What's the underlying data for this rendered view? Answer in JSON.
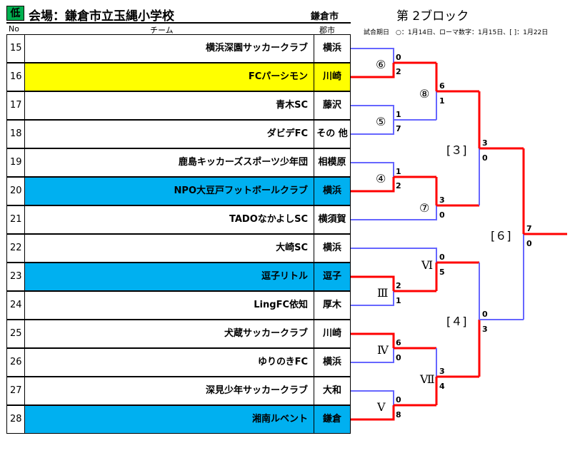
{
  "header": {
    "badge": "低",
    "venue": "会場：鎌倉市立玉縄小学校",
    "region": "鎌倉市",
    "block": "第 2ブロック",
    "notes": "試合期日　○：1月14日、ローマ数字：1月15日、[ ]：1月22日"
  },
  "columns": {
    "no": "No",
    "team": "チーム",
    "city": "郡市"
  },
  "teams": [
    {
      "no": "15",
      "name": "横浜深園サッカークラブ",
      "city": "横浜",
      "highlight": ""
    },
    {
      "no": "16",
      "name": "FCパーシモン",
      "city": "川崎",
      "highlight": "yellow"
    },
    {
      "no": "17",
      "name": "青木SC",
      "city": "藤沢",
      "highlight": ""
    },
    {
      "no": "18",
      "name": "ダビデFC",
      "city": "その 他",
      "highlight": ""
    },
    {
      "no": "19",
      "name": "鹿島キッカーズスポーツ少年団",
      "city": "相模原",
      "highlight": ""
    },
    {
      "no": "20",
      "name": "NPO大豆戸フットボールクラブ",
      "city": "横浜",
      "highlight": "blue"
    },
    {
      "no": "21",
      "name": "TADOなかよしSC",
      "city": "横須賀",
      "highlight": ""
    },
    {
      "no": "22",
      "name": "大崎SC",
      "city": "横浜",
      "highlight": ""
    },
    {
      "no": "23",
      "name": "逗子リトル",
      "city": "逗子",
      "highlight": "blue"
    },
    {
      "no": "24",
      "name": "LingFC依知",
      "city": "厚木",
      "highlight": ""
    },
    {
      "no": "25",
      "name": "犬蔵サッカークラブ",
      "city": "川崎",
      "highlight": ""
    },
    {
      "no": "26",
      "name": "ゆりのきFC",
      "city": "横浜",
      "highlight": ""
    },
    {
      "no": "27",
      "name": "深見少年サッカークラブ",
      "city": "大和",
      "highlight": ""
    },
    {
      "no": "28",
      "name": "湘南ルベント",
      "city": "鎌倉",
      "highlight": "blue"
    }
  ],
  "matches": {
    "m6": {
      "label": "⑥",
      "s1": "0",
      "s2": "2"
    },
    "m5": {
      "label": "⑤",
      "s1": "1",
      "s2": "7"
    },
    "m4": {
      "label": "④",
      "s1": "1",
      "s2": "2"
    },
    "m8": {
      "label": "⑧",
      "s1": "6",
      "s2": "1"
    },
    "m7": {
      "label": "⑦",
      "s1": "3",
      "s2": "0"
    },
    "r3": {
      "label": "[３]",
      "s1": "3",
      "s2": "0"
    },
    "mVI": {
      "label": "Ⅵ",
      "s1": "0",
      "s2": "5"
    },
    "mIII": {
      "label": "Ⅲ",
      "s1": "2",
      "s2": "1"
    },
    "mIV": {
      "label": "Ⅳ",
      "s1": "6",
      "s2": "0"
    },
    "mV": {
      "label": "Ⅴ",
      "s1": "0",
      "s2": "8"
    },
    "mVII": {
      "label": "Ⅶ",
      "s1": "3",
      "s2": "4"
    },
    "r4": {
      "label": "[４]",
      "s1": "0",
      "s2": "3"
    },
    "r6": {
      "label": "[６]",
      "s1": "7",
      "s2": "0"
    }
  },
  "colors": {
    "winner_line": "#ff0000",
    "loser_line": "#6666ff",
    "yellow": "#ffff00",
    "blue": "#00b0f0",
    "badge": "#00b050"
  }
}
